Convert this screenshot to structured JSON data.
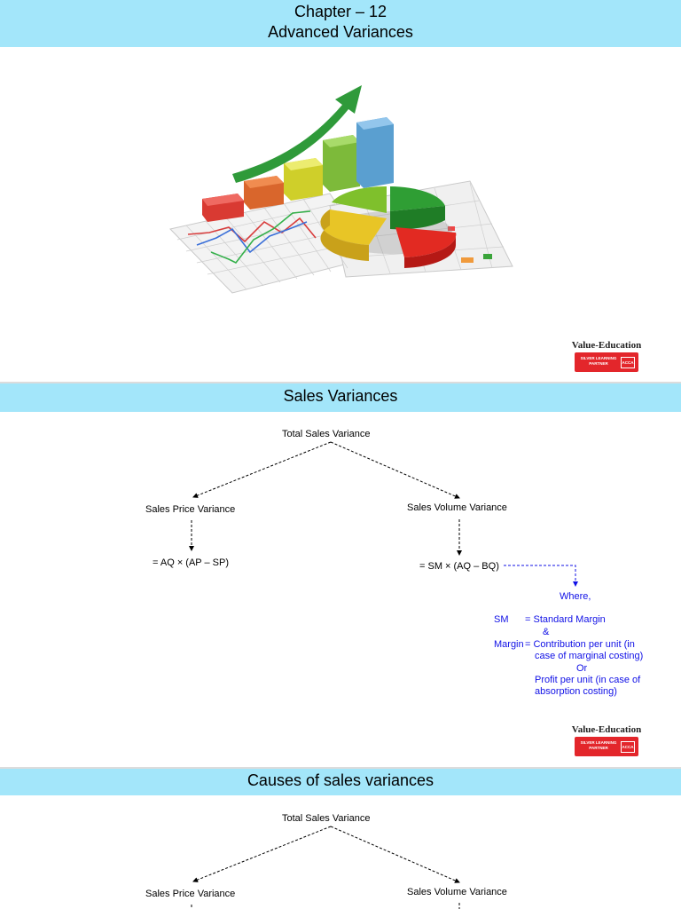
{
  "slide1": {
    "title_line1": "Chapter – 12",
    "title_line2": "Advanced Variances",
    "illustration": "growth-chart-3d-illustration",
    "logo": {
      "text": "Value-Education",
      "badge_line1": "SILVER LEARNING",
      "badge_line2": "PARTNER",
      "badge_mark": "ACCA"
    }
  },
  "slide2": {
    "title": "Sales Variances",
    "root": "Total Sales Variance",
    "left_node": "Sales Price Variance",
    "right_node": "Sales Volume Variance",
    "left_formula": "= AQ × (AP – SP)",
    "right_formula": "= SM × (AQ – BQ)",
    "where": "Where,",
    "sm_label": "SM",
    "sm_def": "= Standard Margin",
    "amp": "&",
    "margin_label": "Margin",
    "margin_def_line1": "= Contribution per unit (in",
    "margin_def_line2": "case of marginal costing)",
    "or": "Or",
    "profit_line1": "Profit per unit (in case of",
    "profit_line2": "absorption costing)",
    "logo": {
      "text": "Value-Education",
      "badge_line1": "SILVER LEARNING",
      "badge_line2": "PARTNER",
      "badge_mark": "ACCA"
    }
  },
  "slide3": {
    "title": "Causes of sales variances",
    "root": "Total Sales Variance",
    "left_node": "Sales Price Variance",
    "right_node": "Sales Volume Variance"
  },
  "colors": {
    "banner": "#a3e6fa",
    "note_blue": "#1010e6",
    "logo_red": "#e3262b"
  }
}
